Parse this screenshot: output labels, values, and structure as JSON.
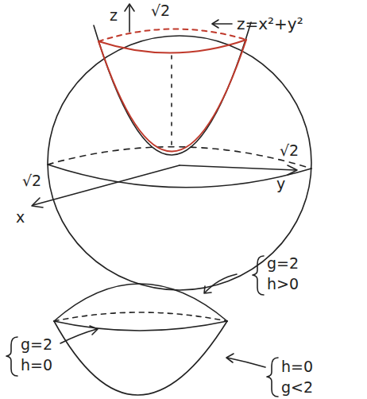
{
  "diagram": {
    "labels": [
      "z",
      "√2",
      "z=x²+y²",
      "√2",
      "y",
      "√2",
      "x",
      "g=2",
      "h>0",
      "g=2",
      "h=0",
      "h=0",
      "g<2"
    ]
  }
}
